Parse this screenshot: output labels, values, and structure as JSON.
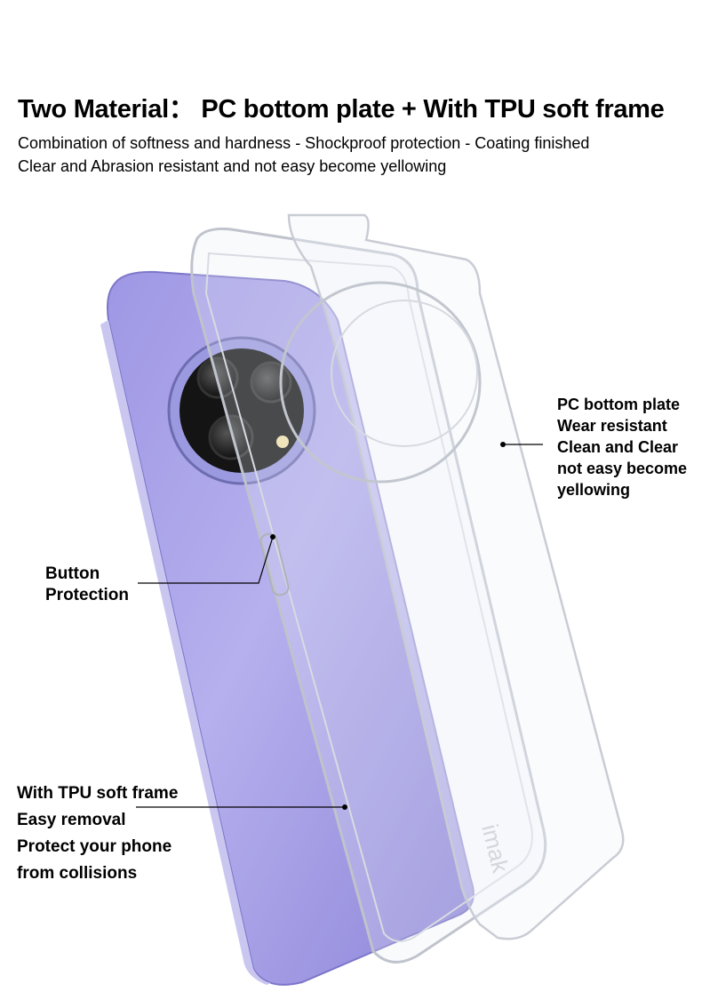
{
  "header": {
    "title": "Two Material： PC bottom plate + With TPU soft frame",
    "subtitle_lines": [
      "Combination of softness and hardness - Shockproof protection - Coating finished",
      "Clear and Abrasion resistant and not easy become yellowing"
    ]
  },
  "callouts": {
    "pc_plate": [
      "PC bottom plate",
      "Wear resistant",
      "Clean and Clear",
      "not easy become",
      "yellowing"
    ],
    "button": [
      "Button",
      "Protection"
    ],
    "tpu_frame": [
      "With TPU soft frame",
      "Easy removal",
      "Protect your phone",
      "from collisions"
    ]
  },
  "product": {
    "brand_mark": "imak",
    "phone_color": "#a9a3e6"
  }
}
